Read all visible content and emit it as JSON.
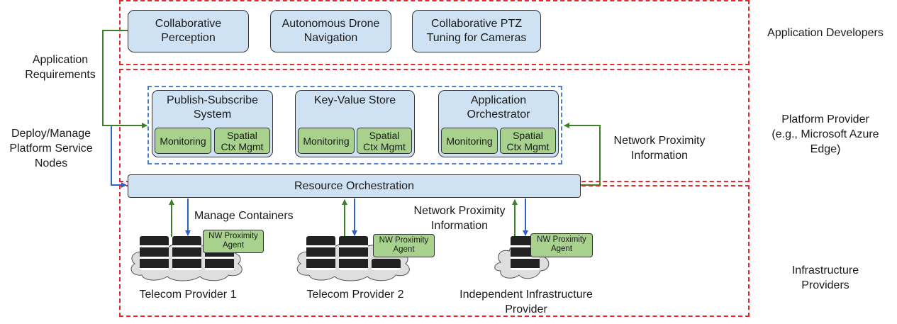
{
  "roles": {
    "app_developers": "Application Developers",
    "platform_provider_l1": "Platform Provider",
    "platform_provider_l2": "(e.g., Microsoft Azure",
    "platform_provider_l3": "Edge)",
    "infra_l1": "Infrastructure",
    "infra_l2": "Providers"
  },
  "applications": [
    {
      "l1": "Collaborative",
      "l2": "Perception"
    },
    {
      "l1": "Autonomous Drone",
      "l2": "Navigation"
    },
    {
      "l1": "Collaborative PTZ",
      "l2": "Tuning for Cameras"
    }
  ],
  "services": [
    {
      "l1": "Publish-Subscribe",
      "l2": "System",
      "monitoring": "Monitoring",
      "ctx_l1": "Spatial",
      "ctx_l2": "Ctx Mgmt"
    },
    {
      "l1": "Key-Value Store",
      "l2": "",
      "monitoring": "Monitoring",
      "ctx_l1": "Spatial",
      "ctx_l2": "Ctx Mgmt"
    },
    {
      "l1": "Application",
      "l2": "Orchestrator",
      "monitoring": "Monitoring",
      "ctx_l1": "Spatial",
      "ctx_l2": "Ctx Mgmt"
    }
  ],
  "resource_orchestration": "Resource Orchestration",
  "left_labels": {
    "app_req_l1": "Application",
    "app_req_l2": "Requirements",
    "deploy_l1": "Deploy/Manage",
    "deploy_l2": "Platform Service",
    "deploy_l3": "Nodes"
  },
  "right_label": {
    "l1": "Network Proximity",
    "l2": "Information"
  },
  "manage_containers": "Manage Containers",
  "mid_label": {
    "l1": "Network Proximity",
    "l2": "Information"
  },
  "nw_agent": {
    "l1": "NW Proximity",
    "l2": "Agent"
  },
  "providers": [
    {
      "l1": "Telecom Provider 1",
      "l2": ""
    },
    {
      "l1": "Telecom Provider 2",
      "l2": ""
    },
    {
      "l1": "Independent Infrastructure",
      "l2": "Provider"
    }
  ],
  "colors": {
    "up_arrow": "#3f7f2a",
    "down_arrow": "#2d63c8",
    "dash_red": "#e8262b",
    "dash_blue": "#4a7fd4",
    "box_fill": "#cfe2f3",
    "chip_fill": "#a9d18e"
  }
}
